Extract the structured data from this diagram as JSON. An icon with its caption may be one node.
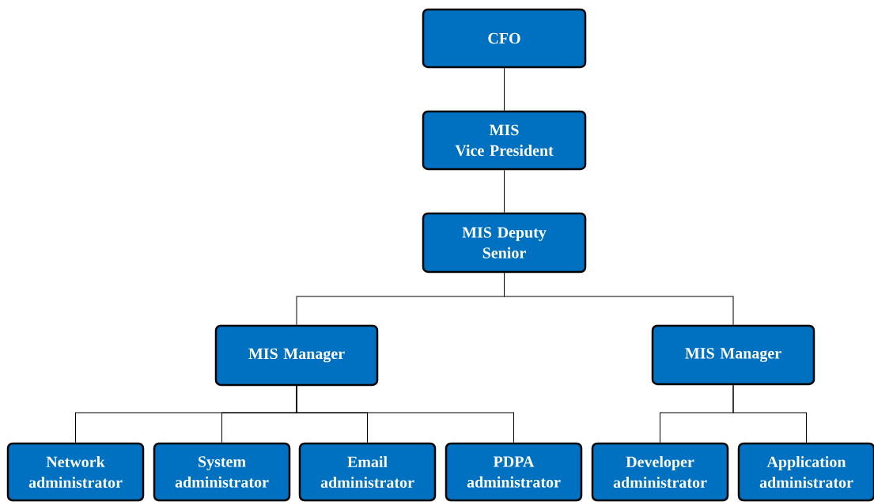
{
  "diagram": {
    "nodes": [
      {
        "text": [
          "CFO"
        ]
      },
      {
        "text": [
          "MIS",
          "Vice President"
        ]
      },
      {
        "text": [
          "MIS Deputy Senior"
        ]
      },
      {
        "text": [
          "MIS Manager"
        ]
      },
      {
        "text": [
          "MIS Manager"
        ]
      },
      {
        "text": [
          "Network administrator"
        ]
      },
      {
        "text": [
          "System administrator"
        ]
      },
      {
        "text": [
          "Email administrator"
        ]
      },
      {
        "text": [
          "PDPA administrator"
        ]
      },
      {
        "text": [
          "Developer administrator"
        ]
      },
      {
        "text": [
          "Application administrator"
        ]
      }
    ],
    "edges": [
      {
        "from": 0,
        "to": 1,
        "arrow": "none"
      },
      {
        "from": 1,
        "to": 2,
        "arrow": "none"
      },
      {
        "from": 2,
        "to": 3,
        "arrow": "none"
      },
      {
        "from": 2,
        "to": 4,
        "arrow": "none"
      },
      {
        "from": 3,
        "to": 5,
        "arrow": "none"
      },
      {
        "from": 3,
        "to": 6,
        "arrow": "none"
      },
      {
        "from": 3,
        "to": 7,
        "arrow": "none"
      },
      {
        "from": 3,
        "to": 8,
        "arrow": "none"
      },
      {
        "from": 4,
        "to": 9,
        "arrow": "none"
      },
      {
        "from": 4,
        "to": 10,
        "arrow": "none"
      }
    ]
  }
}
